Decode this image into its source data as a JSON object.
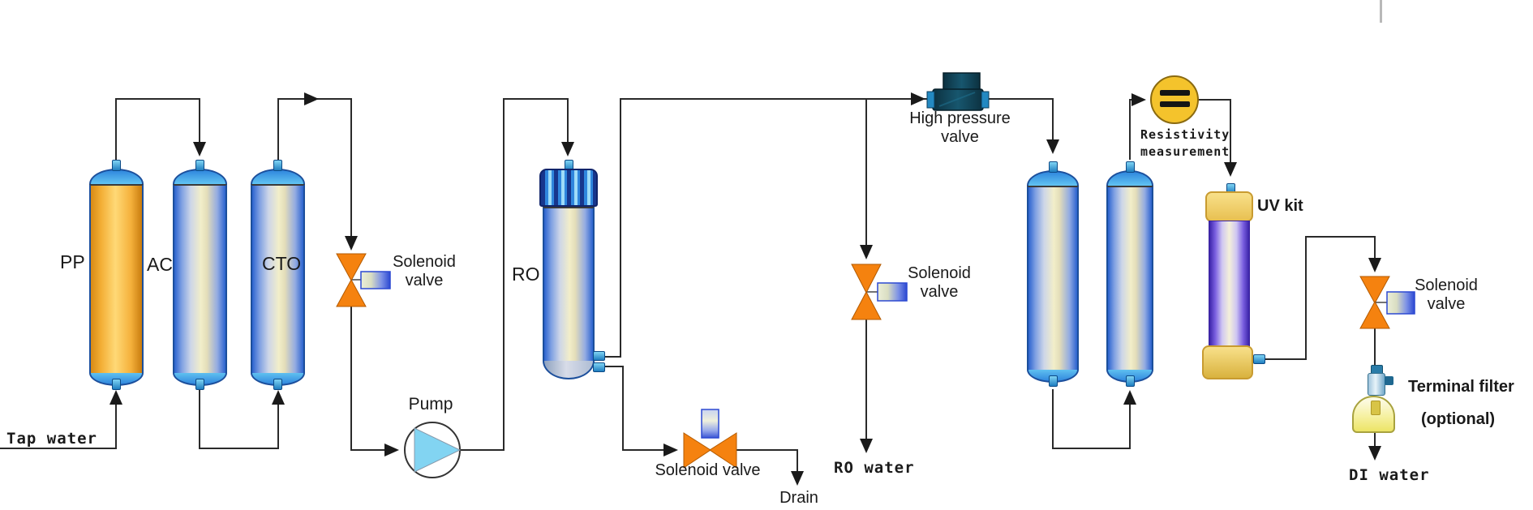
{
  "labels": {
    "tap_water": "Tap water",
    "pp": "PP",
    "ac": "AC",
    "cto": "CTO",
    "feed_solenoid_valve": {
      "line1": "Solenoid",
      "line2": "valve"
    },
    "pump": "Pump",
    "ro": "RO",
    "drain_solenoid_valve": "Solenoid valve",
    "drain": "Drain",
    "high_pressure_valve": {
      "line1": "High pressure",
      "line2": "valve"
    },
    "ro_water_solenoid_valve": {
      "line1": "Solenoid",
      "line2": "valve"
    },
    "ro_water": "RO water",
    "resistivity_measurement": {
      "line1": "Resistivity",
      "line2": "measurement"
    },
    "uv_kit": "UV kit",
    "outlet_solenoid_valve": {
      "line1": "Solenoid",
      "line2": "valve"
    },
    "terminal_filter": {
      "line1": "Terminal filter",
      "line2": "(optional)"
    },
    "di_water": "DI water"
  },
  "colors": {
    "pipe_line": "#2a2a2a",
    "solenoid_valve_orange": "#f5820f",
    "solenoid_coil_blue": "#2c49d2",
    "pump_impeller_blue": "#82d4f2",
    "high_pressure_valve_teal": "#0c3140",
    "resistivity_yellow": "#f4c32c",
    "uv_lamp_purple": "#4a2fc0",
    "uv_cap_yellow": "#f0d264",
    "pp_cartridge_orange": "#f7bb45",
    "filter_housing_blue": "#2b63cf",
    "housing_dome_blue": "#4fb3ee",
    "terminal_filter_yellow": "#f6f1a2"
  }
}
